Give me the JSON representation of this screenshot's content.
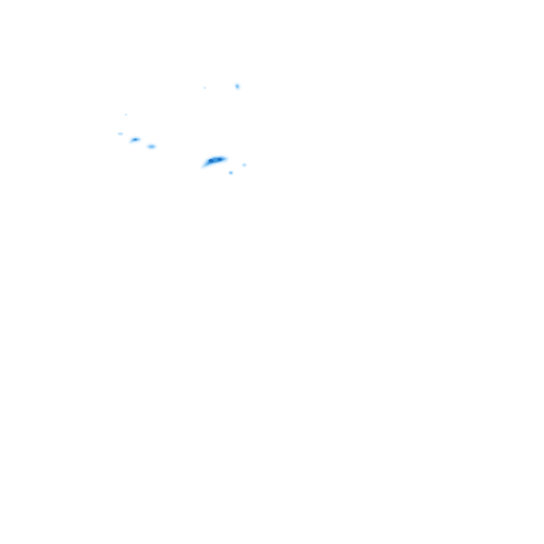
{
  "layer": {
    "type": "precipitation-radar-overlay",
    "background": "transparent",
    "colors": {
      "light": "#b3dcfb",
      "medium": "#7cc0f2",
      "strong": "#3a92db",
      "core": "#1d6fc2"
    }
  },
  "echoes": [
    {
      "name": "echo-cluster-central",
      "intensity": "strong"
    },
    {
      "name": "echo-cluster-west",
      "intensity": "medium"
    },
    {
      "name": "echo-small-west-2",
      "intensity": "medium"
    },
    {
      "name": "echo-small-north",
      "intensity": "light"
    },
    {
      "name": "echo-speck-east",
      "intensity": "light"
    },
    {
      "name": "echo-speck-south",
      "intensity": "light"
    },
    {
      "name": "echo-speck-far-west",
      "intensity": "light"
    }
  ]
}
